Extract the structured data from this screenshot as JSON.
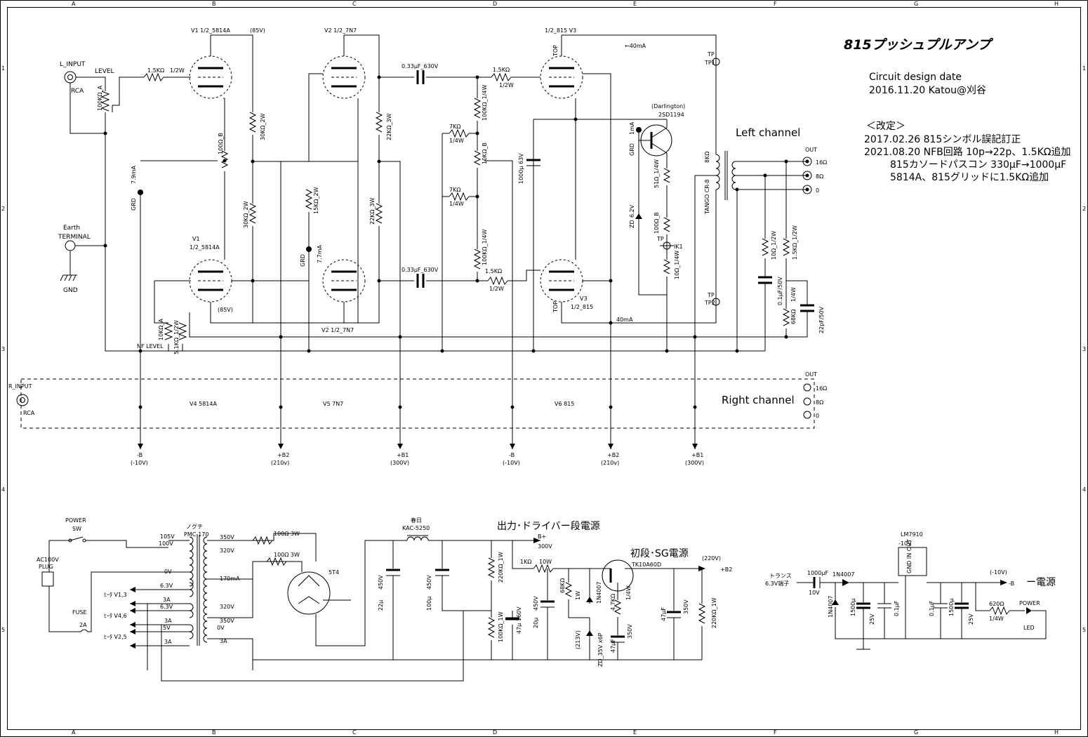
{
  "title": "815プッシュプルアンプ",
  "design": {
    "heading": "Circuit design date",
    "date": "2016.11.20 Katou@刈谷"
  },
  "revision": {
    "heading": "＜改定＞",
    "lines": [
      "2017.02.26  815シンボル誤記訂正",
      "2021.08.20 NFB回路 10p→22p、1.5KΩ追加",
      "815カソードパスコン 330μF→1000μF",
      "5814A、815グリッドに1.5KΩ追加"
    ]
  },
  "columns": [
    "A",
    "B",
    "C",
    "D",
    "E",
    "F",
    "G",
    "H"
  ],
  "rows": [
    "1",
    "2",
    "3",
    "4",
    "5"
  ],
  "channels": {
    "left": "Left channel",
    "right": "Right channel"
  },
  "tubes": {
    "v1_top": "V1  1/2_5814A",
    "v1_top_v": "(85V)",
    "v1_bot": "V1",
    "v1_bot_b": "1/2_5814A",
    "v1_bot_v": "(85V)",
    "v2_top": "V2  1/2_7N7",
    "v2_bot": "V2  1/2_7N7",
    "v3_top": "1/2_815  V3",
    "v3_bot": "V3",
    "v3_bot_b": "1/2_815",
    "v4": "V4   5814A",
    "v5": "V5  7N7",
    "v6": "V6  815",
    "rect": "5T4",
    "darl_a": "(Darlington)",
    "darl_b": "2SD1194",
    "lm": "LM7910",
    "lm_v": "-10V",
    "mosfet": "TK10A60D"
  },
  "labels": {
    "l_input": "L_INPUT",
    "rca": "RCA",
    "level": "LEVEL",
    "r_input": "R_INPUT",
    "earth": "Earth",
    "terminal": "TERMINAL",
    "gnd": "GND",
    "nf_level": "NF LEVEL",
    "out": "OUT",
    "o16": "16Ω",
    "o8": "8Ω",
    "o0": "0",
    "tp": "TP",
    "tp1": "TP1",
    "tp2": "TP2",
    "ik1": "IK1",
    "ma40a": "←40mA",
    "ma40b": "40mA",
    "ma79": "7.9mA",
    "ma77": "7.7mA",
    "ma1": "1mA",
    "grd": "GRD",
    "top": "TOP",
    "tango": "TANGO CR-8",
    "ohm8k": "8KΩ",
    "r_15k": "1.5KΩ",
    "r_12w": "1/2W",
    "r_100k_a": "100KΩ_A",
    "r_1k_b": "100Ω_B",
    "r_30k": "30KΩ_2W",
    "r_15k2": "15KΩ_2W",
    "r_22k": "22KΩ_3W",
    "c_033": "0.33μF_630V",
    "r_100k14": "100KΩ_1/4W",
    "r_7k": "7KΩ",
    "r_14w": "1/4W",
    "r_10kb": "10KΩ_B",
    "c_1000": "1000μ 63V",
    "r_51": "51Ω_1/4W",
    "r_100b": "100Ω_B",
    "r_10": "10Ω_1/4W",
    "zd62": "6.2V",
    "zd": "ZD",
    "r_10k_a": "10KΩ_A",
    "r_51k": "5.1KΩ_1/2W",
    "r_10_12": "10Ω_1/2W",
    "c_01": "0.1μF/50V",
    "r_68": "68KΩ",
    "c_22p": "22pF/50V",
    "r_15k12": "1.5KΩ_1/2W"
  },
  "rails": [
    {
      "name": "-B",
      "v": "(-10V)"
    },
    {
      "name": "+B2",
      "v": "(210v)"
    },
    {
      "name": "+B1",
      "v": "(300V)"
    },
    {
      "name": "-B",
      "v": "(-10V)"
    },
    {
      "name": "+B2",
      "v": "(210v)"
    },
    {
      "name": "+B1",
      "v": "(300V)"
    }
  ],
  "psu": {
    "power": "POWER",
    "sw": "SW",
    "ac": "AC100V",
    "plug": "PLUG",
    "fuse": "FUSE",
    "fuse_a": "2A",
    "nogu": "ノグチ",
    "pmc": "PMC-170",
    "v105": "105V",
    "v100": "100V",
    "v0": "0V",
    "v350": "350V",
    "v320": "320V",
    "ma170": "170mA",
    "v350b": "350V",
    "v320b": "320V",
    "v0b": "0V",
    "v63a": "6.3V",
    "a3a": "3A",
    "v63b": "6.3V",
    "a3b": "3A",
    "v5": "5V",
    "a3c": "3A",
    "h13": "ﾋｰﾀ V1,3",
    "h46": "ﾋｰﾀ V4,6",
    "h25": "ﾋｰﾀ V2,5",
    "r100a": "100Ω  3W",
    "r100b": "100Ω  3W",
    "choke_a": "春日",
    "choke_b": "KAC-5250",
    "sec_out": "出力･ドライバー段電源",
    "sec_first": "初段･SG電源",
    "sec_neg": "ー電源",
    "bp": "B+",
    "bp_v": "300V",
    "b2": "+B2",
    "b2_v": "(220V)",
    "neg_out": "(-10V)",
    "neg_b": "-B",
    "c22": "22μ",
    "c450": "450V",
    "c100": "100μ",
    "c450b": "450V",
    "r220k": "220KΩ_1W",
    "r1k": "1KΩ",
    "w10": "10W",
    "c20": "20μ",
    "c450c": "450V",
    "r100k1": "100KΩ_1W",
    "c47": "47μ",
    "c160": "160V",
    "r68k": "68KΩ",
    "w1": "1W",
    "d4007": "1N4007",
    "zd35": "ZD_35V x6P",
    "v213": "(213V)",
    "r47k": "4.7KΩ",
    "w14": "1/4W",
    "c47b": "47μF",
    "v350c": "350V",
    "c47c": "47μF",
    "v350d": "350V",
    "r220k2": "220KΩ_1W",
    "trans": "トランス",
    "t63": "6.3V端子",
    "c1000": "1000μF",
    "v10": "10V",
    "d4007b": "1N4007",
    "d4007c": "1N4007",
    "c1500": "1500μ",
    "v25": "25V",
    "c01": "0.1μF",
    "c01b": "0.1μF",
    "c1500b": "1500μ",
    "v25b": "25V",
    "r620": "620Ω",
    "w14b": "1/4W",
    "led_p": "POWER",
    "led": "LED",
    "gnd_in_out": "GND IN OUT"
  }
}
